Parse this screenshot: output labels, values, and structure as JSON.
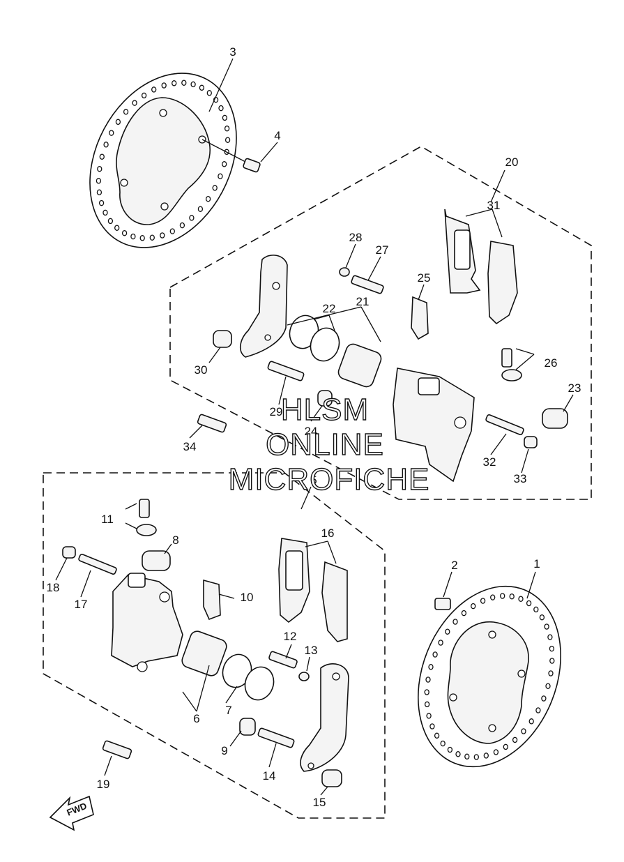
{
  "callouts": {
    "c1": "1",
    "c2": "2",
    "c3": "3",
    "c4": "4",
    "c5": "5",
    "c6": "6",
    "c7": "7",
    "c8": "8",
    "c9": "9",
    "c10": "10",
    "c11": "11",
    "c12": "12",
    "c13": "13",
    "c14": "14",
    "c15": "15",
    "c16": "16",
    "c17": "17",
    "c18": "18",
    "c19": "19",
    "c20": "20",
    "c21": "21",
    "c22": "22",
    "c23": "23",
    "c24": "24",
    "c25": "25",
    "c26": "26",
    "c27": "27",
    "c28": "28",
    "c29": "29",
    "c30": "30",
    "c31": "31",
    "c32": "32",
    "c33": "33",
    "c34": "34"
  },
  "watermark": {
    "line1": "HLSM",
    "line2": "ONLINE",
    "line3": "MICROFICHE"
  },
  "direction_label": "FWD"
}
